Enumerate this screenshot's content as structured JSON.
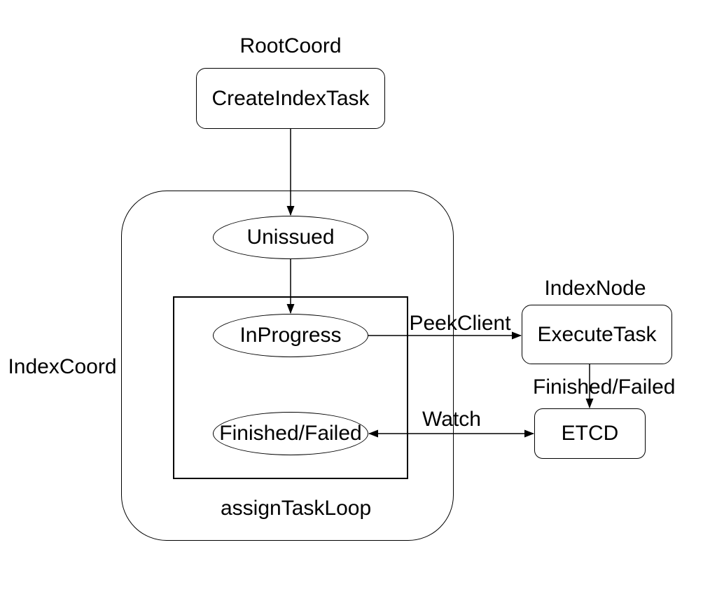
{
  "diagram": {
    "background_color": "#ffffff",
    "stroke_color": "#000000",
    "nodes": {
      "create_index_task": "CreateIndexTask",
      "unissued": "Unissued",
      "in_progress": "InProgress",
      "finished_failed_state": "Finished/Failed",
      "execute_task": "ExecuteTask",
      "etcd": "ETCD"
    },
    "group_labels": {
      "root_coord": "RootCoord",
      "index_coord": "IndexCoord",
      "index_node": "IndexNode",
      "assign_task_loop": "assignTaskLoop"
    },
    "edge_labels": {
      "peek_client": "PeekClient",
      "finished_failed": "Finished/Failed",
      "watch": "Watch"
    }
  }
}
